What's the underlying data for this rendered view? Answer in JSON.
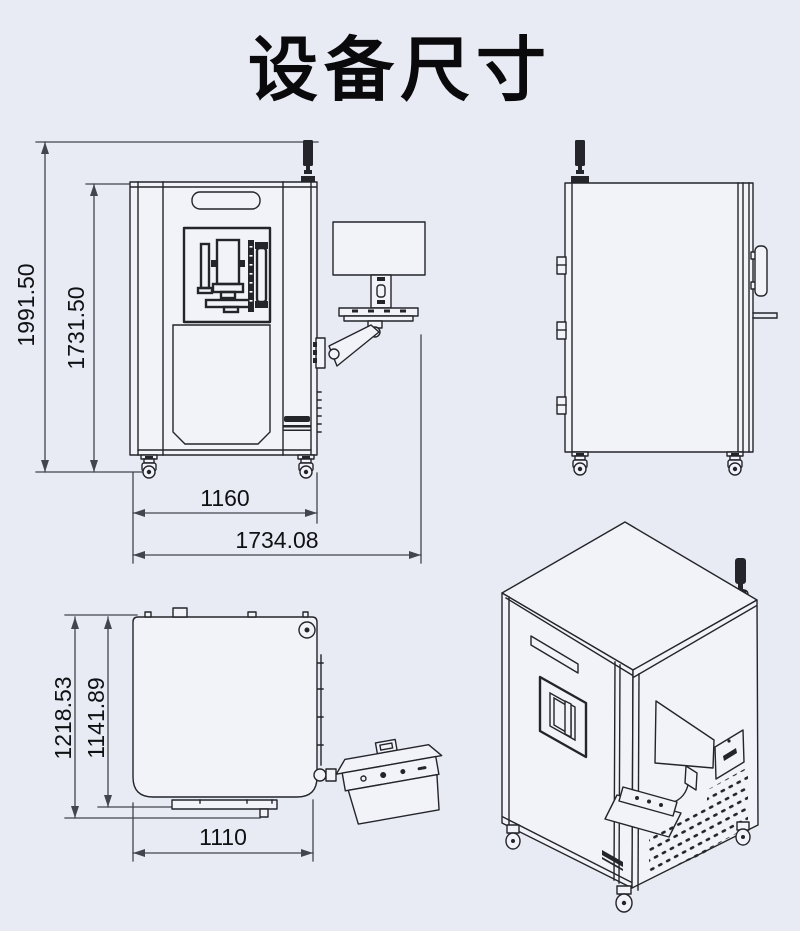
{
  "title": "设备尺寸",
  "colors": {
    "bg": "#e9ebf4",
    "panel": "#f1f3f9",
    "line": "#23252b",
    "dim": "#41454e",
    "txt": "#101114"
  },
  "dimensions": {
    "front": {
      "overall_height": "1991.50",
      "cabinet_height": "1731.50",
      "cabinet_width": "1160",
      "overall_width": "1734.08"
    },
    "top": {
      "overall_depth": "1218.53",
      "inner_depth": "1141.89",
      "body_width": "1110"
    }
  }
}
